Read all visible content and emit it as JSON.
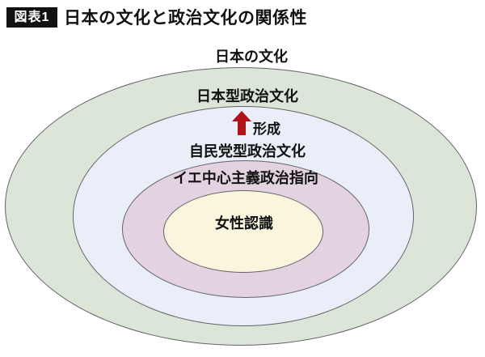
{
  "header": {
    "badge": "図表1",
    "title": "日本の文化と政治文化の関係性"
  },
  "diagram": {
    "layers": [
      {
        "label": "日本の文化",
        "fill": "#dce6d8"
      },
      {
        "label": "日本型政治文化",
        "fill": "#e9eef8"
      },
      {
        "label": "自民党型政治文化",
        "fill": "#e3d2e0"
      },
      {
        "label": "イエ中心主義政治指向",
        "fill": "#f9f6dd"
      }
    ],
    "center_label": "女性認識",
    "arrow": {
      "label": "形成",
      "color": "#b01218"
    },
    "colors": {
      "border": "#63636b",
      "badge_bg": "#111111",
      "badge_text": "#ffffff",
      "text": "#111111",
      "background": "#ffffff"
    }
  }
}
